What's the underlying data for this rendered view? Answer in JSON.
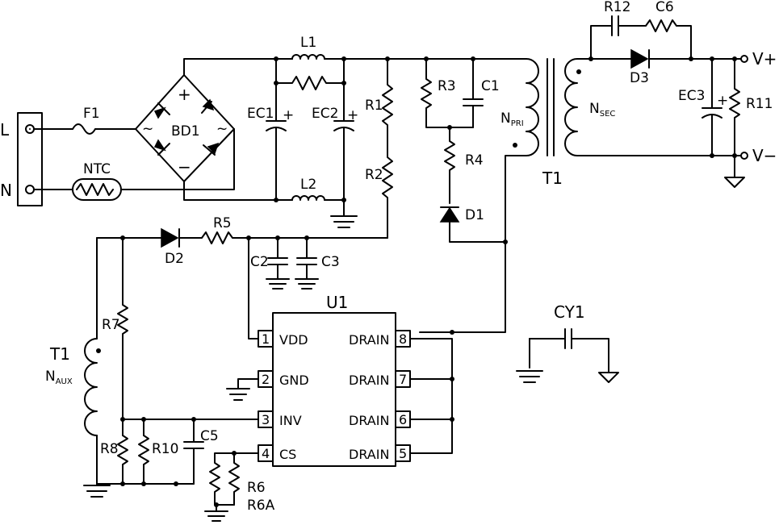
{
  "labels": {
    "terminal_l": "L",
    "terminal_n": "N",
    "fuse": "F1",
    "ntc": "NTC",
    "bridge": "BD1",
    "bridge_plus": "+",
    "bridge_minus": "−",
    "bridge_ac1": "~",
    "bridge_ac2": "~",
    "l1": "L1",
    "l2": "L2",
    "ec1": "EC1",
    "ec2": "EC2",
    "ec1_plus": "+",
    "ec2_plus": "+",
    "r1": "R1",
    "r2": "R2",
    "r3": "R3",
    "c1": "C1",
    "r4": "R4",
    "d1": "D1",
    "npri_main": "N",
    "npri_sub": "PRI",
    "transformer": "T1",
    "nsec_main": "N",
    "nsec_sub": "SEC",
    "r12": "R12",
    "c6": "C6",
    "d3": "D3",
    "ec3": "EC3",
    "ec3_plus": "+",
    "r11": "R11",
    "vplus": "V+",
    "vminus": "V−",
    "d2": "D2",
    "r5": "R5",
    "c2": "C2",
    "c3": "C3",
    "u1": "U1",
    "aux_t1": "T1",
    "naux_main": "N",
    "naux_sub": "AUX",
    "r7": "R7",
    "r8": "R8",
    "r10": "R10",
    "c5": "C5",
    "r6": "R6",
    "r6a": "R6A",
    "cy1": "CY1"
  },
  "ic_pins": [
    {
      "num": "1",
      "name": "VDD"
    },
    {
      "num": "2",
      "name": "GND"
    },
    {
      "num": "3",
      "name": "INV"
    },
    {
      "num": "4",
      "name": "CS"
    },
    {
      "num": "8",
      "name": "DRAIN"
    },
    {
      "num": "7",
      "name": "DRAIN"
    },
    {
      "num": "6",
      "name": "DRAIN"
    },
    {
      "num": "5",
      "name": "DRAIN"
    }
  ]
}
